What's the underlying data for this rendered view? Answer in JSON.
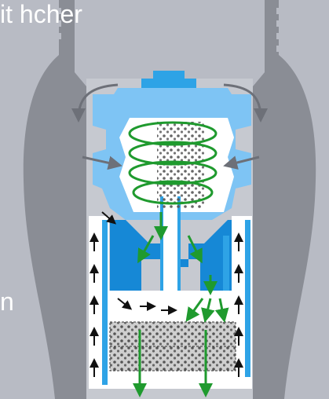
{
  "labels": {
    "top_fragment": "it hcher",
    "left_fragment": "n"
  },
  "colors": {
    "background": "#b8bbc4",
    "housing": "#8a8d95",
    "light_blue": "#7ec4f4",
    "mid_blue": "#2ea3e6",
    "dark_blue": "#1688d6",
    "inner_white": "#ffffff",
    "flow_arrow_gray": "#6d7078",
    "spiral_green": "#1f9a2e",
    "particle": "#555555"
  },
  "icons": {
    "spiral": "swirl-flow",
    "flow": "arrow",
    "particles": "dot-cloud",
    "filter": "sediment-filter-bed"
  }
}
